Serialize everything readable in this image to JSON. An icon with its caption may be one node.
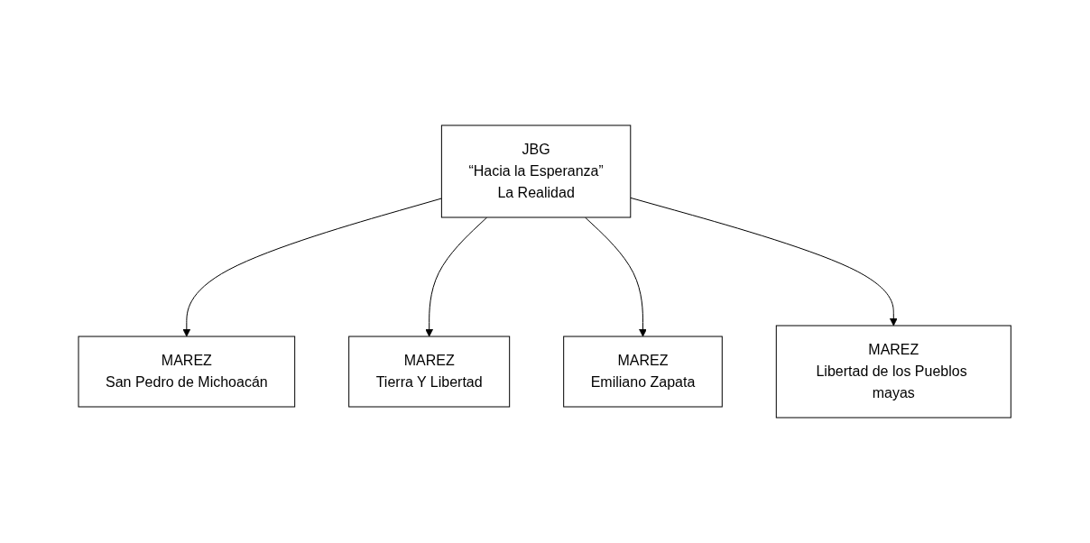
{
  "diagram": {
    "nodes": [
      {
        "text": [
          "JBG",
          "“Hacia la Esperanza”",
          "La Realidad"
        ]
      },
      {
        "text": [
          "MAREZ",
          "San Pedro de Michoacán"
        ]
      },
      {
        "text": [
          "MAREZ",
          "Tierra Y Libertad"
        ]
      },
      {
        "text": [
          "MAREZ",
          "Emiliano Zapata"
        ]
      },
      {
        "text": [
          "MAREZ",
          "Libertad de los Pueblos mayas"
        ]
      }
    ],
    "edges": [
      {
        "from": 0,
        "to": 1,
        "arrow": "to"
      },
      {
        "from": 0,
        "to": 2,
        "arrow": "to"
      },
      {
        "from": 0,
        "to": 3,
        "arrow": "to"
      },
      {
        "from": 0,
        "to": 4,
        "arrow": "to"
      }
    ]
  }
}
